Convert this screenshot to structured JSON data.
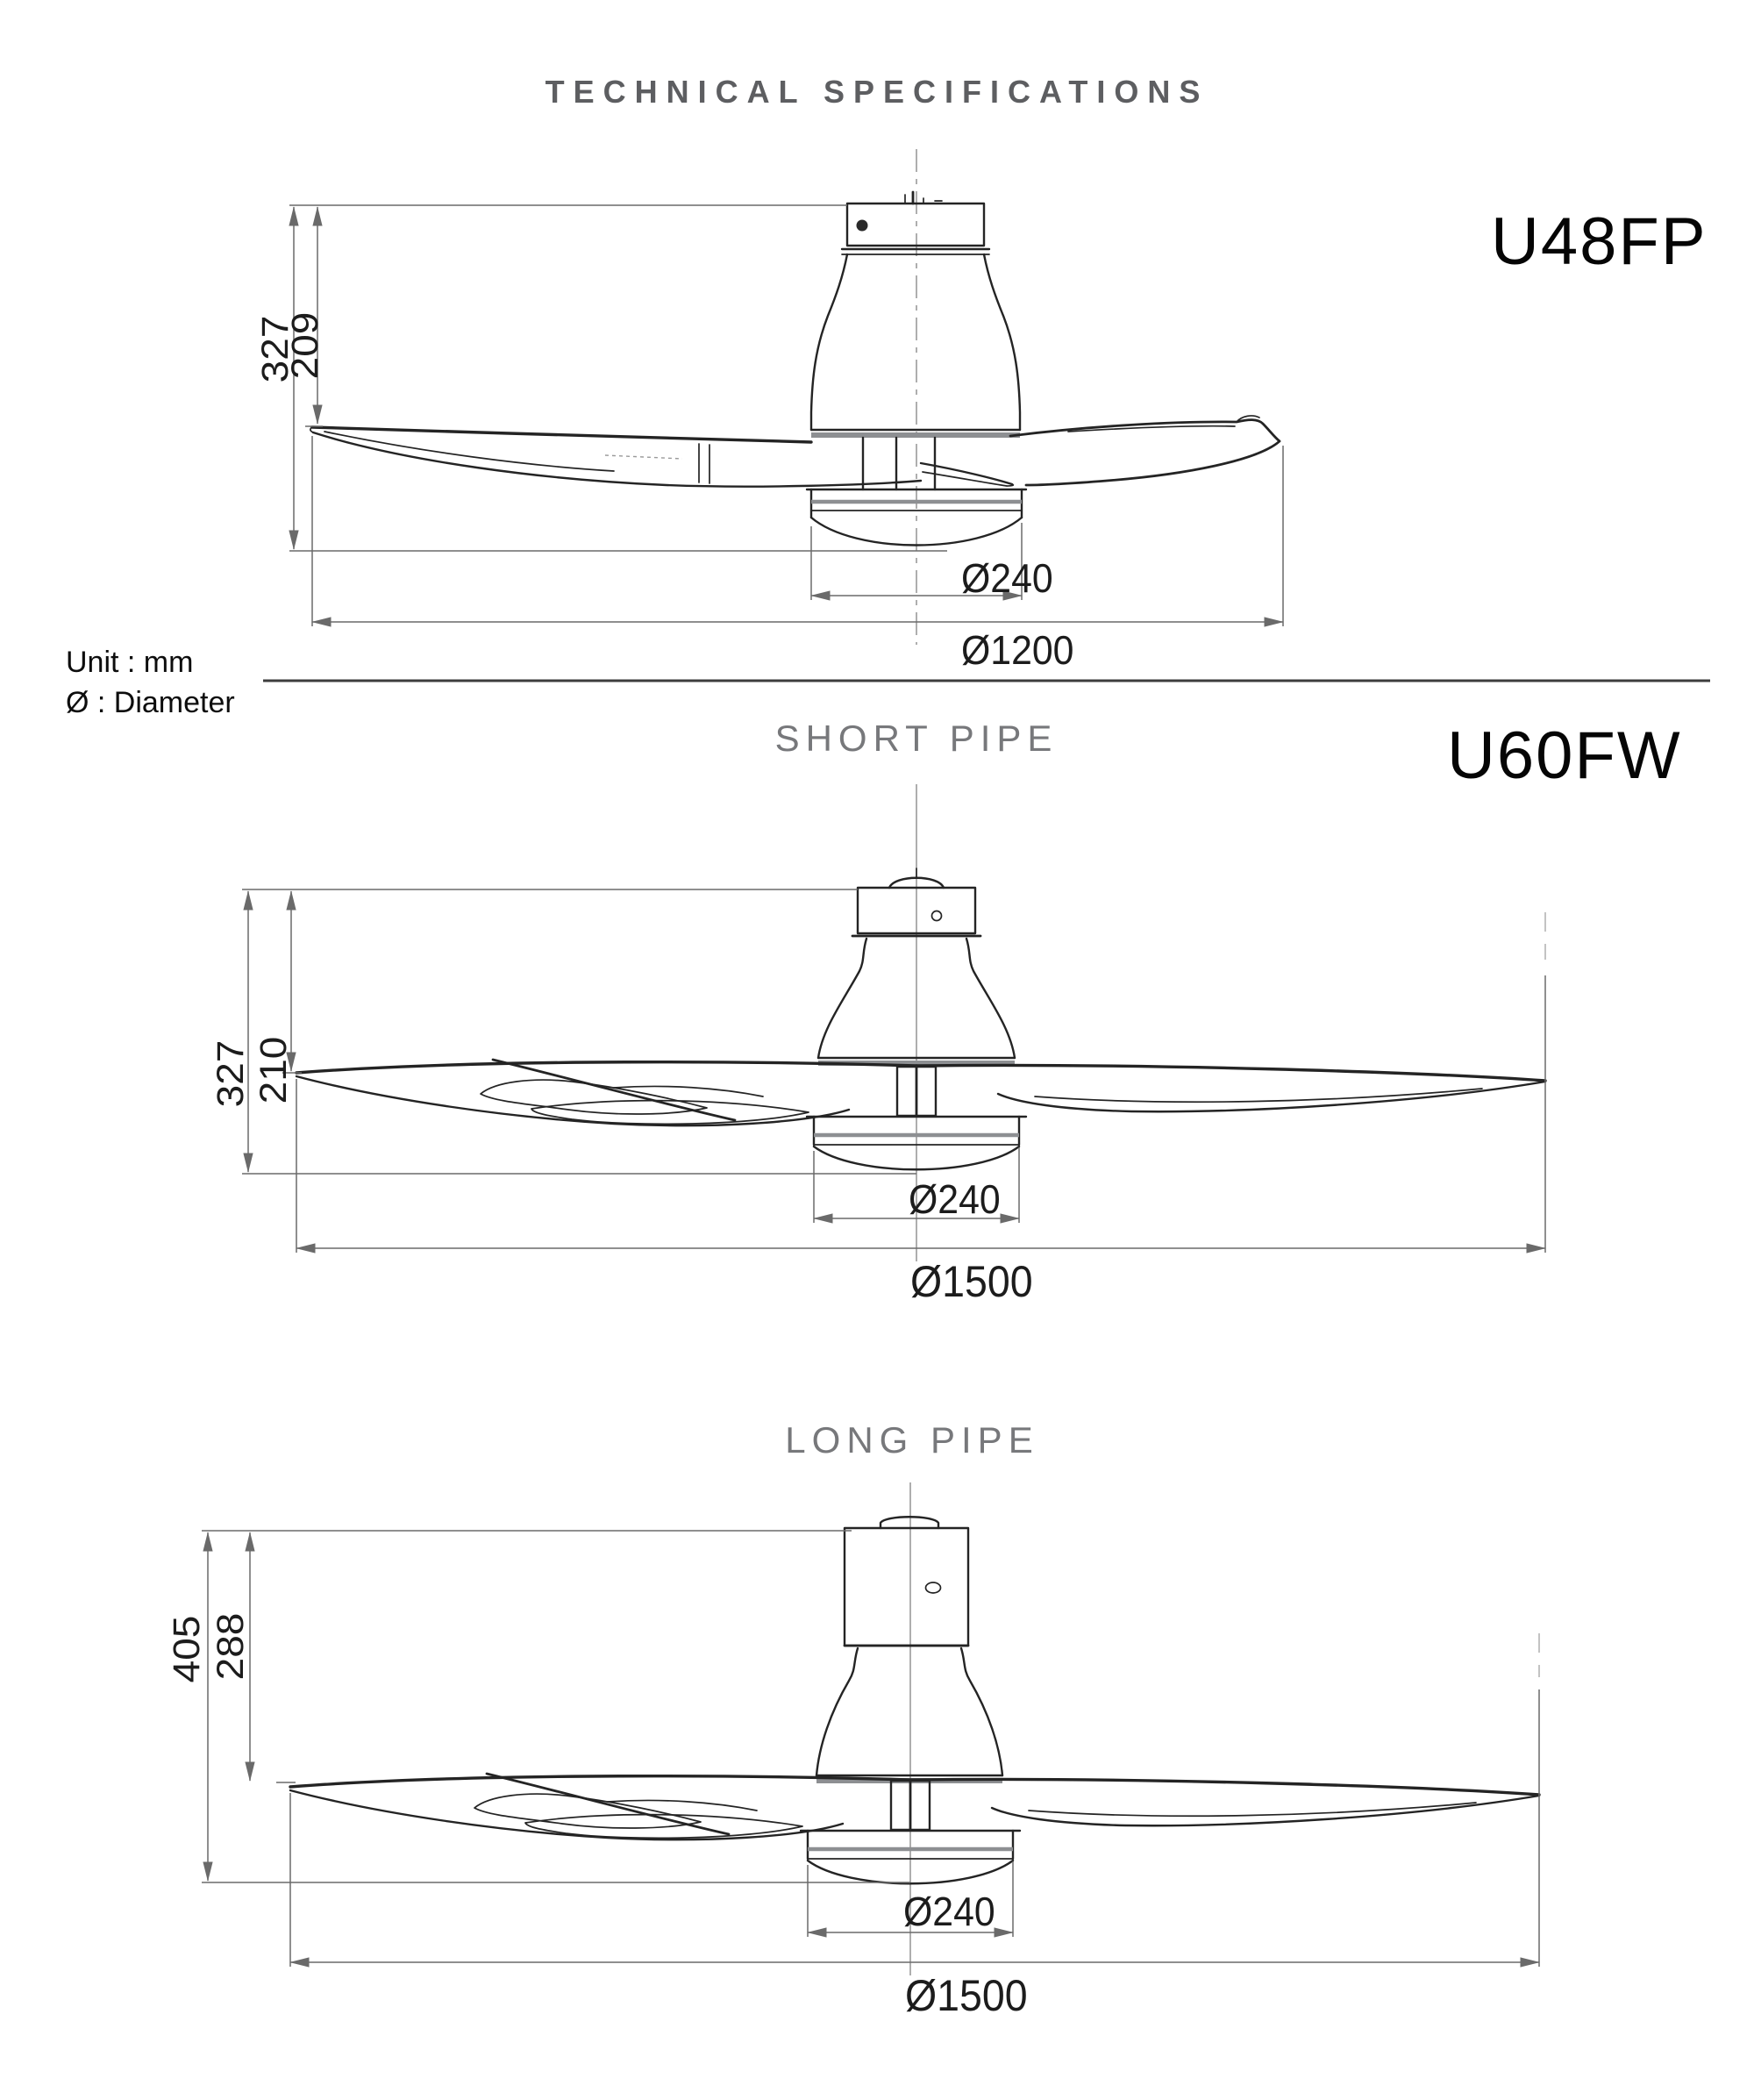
{
  "page": {
    "title": "TECHNICAL SPECIFICATIONS",
    "notes": {
      "unit": "Unit : mm",
      "diameter": "Ø : Diameter"
    }
  },
  "style": {
    "heading_color": "#5d5e61",
    "pipe_heading_color": "#77787b",
    "drawing_line_color": "#242424",
    "dimension_line_color": "#6a6a6a",
    "band_gray": "#8d8f92"
  },
  "sections": [
    {
      "model": "U48FP",
      "title": "",
      "dims": {
        "total_height": "327",
        "blade_height": "209",
        "light_diameter": "Ø240",
        "fan_diameter": "Ø1200"
      }
    },
    {
      "model": "U60FW",
      "title": "SHORT PIPE",
      "dims": {
        "total_height": "327",
        "blade_height": "210",
        "light_diameter": "Ø240",
        "fan_diameter": "Ø1500"
      }
    },
    {
      "model": "",
      "title": "LONG PIPE",
      "dims": {
        "total_height": "405",
        "blade_height": "288",
        "light_diameter": "Ø240",
        "fan_diameter": "Ø1500"
      }
    }
  ]
}
